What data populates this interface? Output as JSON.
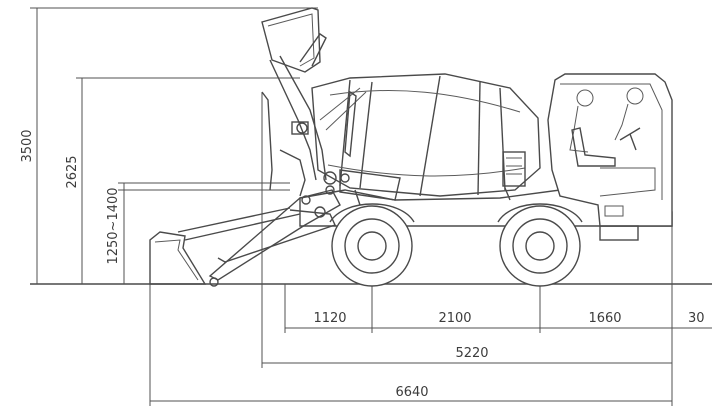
{
  "dimensions": {
    "height_total": "3500",
    "height_drum": "2625",
    "height_chute": "1250~1400",
    "front_overhang": "1120",
    "wheelbase": "2100",
    "rear_section": "1660",
    "rear_partial": "30",
    "length_body": "5220",
    "length_total": "6640"
  },
  "colors": {
    "line": "#4a4a4a",
    "background": "#ffffff"
  }
}
